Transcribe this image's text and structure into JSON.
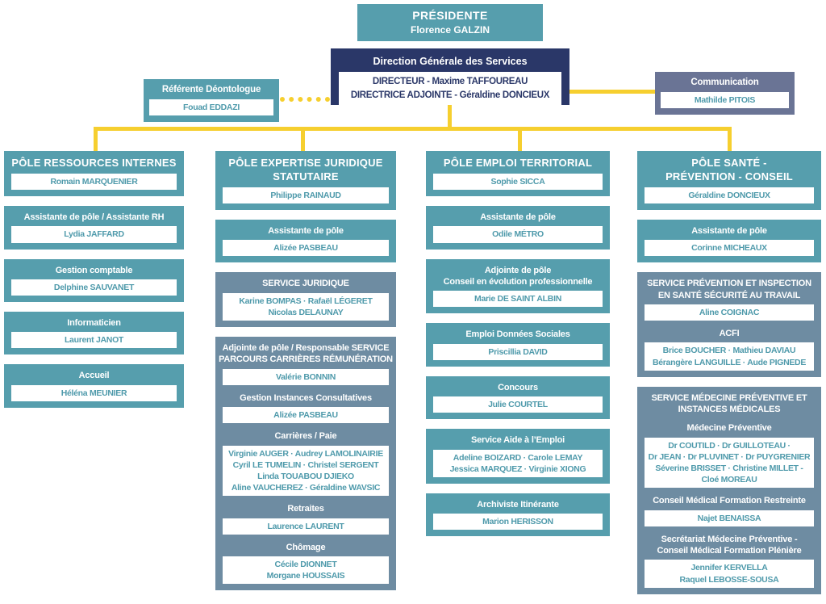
{
  "colors": {
    "teal": "#569EAD",
    "slate": "#6E8CA2",
    "navy": "#2A3768",
    "communication_slate": "#6A7495",
    "connector_yellow": "#F6CF2F",
    "name_text_teal": "#4F9AAB"
  },
  "top": {
    "presidente": {
      "title": "PRÉSIDENTE",
      "name": "Florence GALZIN"
    },
    "dgs": {
      "title": "Direction Générale des Services",
      "line1": "DIRECTEUR - Maxime TAFFOUREAU",
      "line2": "DIRECTRICE ADJOINTE - Géraldine DONCIEUX"
    },
    "referente": {
      "title": "Référente Déontologue",
      "name": "Fouad EDDAZI"
    },
    "communication": {
      "title": "Communication",
      "name": "Mathilde PITOIS"
    }
  },
  "col1": {
    "header": {
      "t1": "PÔLE RESSOURCES INTERNES",
      "name": "Romain MARQUENIER"
    },
    "cards": [
      {
        "t1": "Assistante de pôle / Assistante RH",
        "names": [
          "Lydia JAFFARD"
        ]
      },
      {
        "t1": "Gestion comptable",
        "names": [
          "Delphine SAUVANET"
        ]
      },
      {
        "t1": "Informaticien",
        "names": [
          "Laurent JANOT"
        ]
      },
      {
        "t1": "Accueil",
        "names": [
          "Héléna MEUNIER"
        ]
      }
    ]
  },
  "col2": {
    "header": {
      "t1": "PÔLE EXPERTISE JURIDIQUE",
      "t2": "STATUTAIRE",
      "name": "Philippe RAINAUD"
    },
    "assistante": {
      "t1": "Assistante de pôle",
      "names": [
        "Alizée PASBEAU"
      ]
    },
    "service_juridique": {
      "t1": "SERVICE JURIDIQUE",
      "names": [
        "Karine BOMPAS · Rafaël LÉGERET",
        "Nicolas DELAUNAY"
      ]
    },
    "parcours_sections": [
      {
        "t1": "Adjointe de pôle / Responsable SERVICE",
        "t2": "PARCOURS CARRIÈRES RÉMUNÉRATION",
        "names": [
          "Valérie BONNIN"
        ]
      },
      {
        "t1": "Gestion Instances Consultatives",
        "names": [
          "Alizée PASBEAU"
        ]
      },
      {
        "t1": "Carrières / Paie",
        "names": [
          "Virginie AUGER · Audrey LAMOLINAIRIE",
          "Cyril LE TUMELIN · Christel SERGENT",
          "Linda TOUABOU DJIEKO",
          "Aline VAUCHEREZ · Géraldine WAVSIC"
        ]
      },
      {
        "t1": "Retraites",
        "names": [
          "Laurence LAURENT"
        ]
      },
      {
        "t1": "Chômage",
        "names": [
          "Cécile DIONNET",
          "Morgane HOUSSAIS"
        ]
      }
    ]
  },
  "col3": {
    "header": {
      "t1": "PÔLE EMPLOI TERRITORIAL",
      "name": "Sophie SICCA"
    },
    "cards": [
      {
        "t1": "Assistante de pôle",
        "names": [
          "Odile MÉTRO"
        ]
      },
      {
        "t1": "Adjointe de pôle",
        "t2": "Conseil en évolution professionnelle",
        "names": [
          "Marie DE SAINT ALBIN"
        ]
      },
      {
        "t1": "Emploi Données Sociales",
        "names": [
          "Priscillia DAVID"
        ]
      },
      {
        "t1": "Concours",
        "names": [
          "Julie COURTEL"
        ]
      },
      {
        "t1": "Service Aide à l’Emploi",
        "names": [
          "Adeline BOIZARD · Carole LEMAY",
          "Jessica MARQUEZ · Virginie XIONG"
        ]
      },
      {
        "t1": "Archiviste Itinérante",
        "names": [
          "Marion HERISSON"
        ]
      }
    ]
  },
  "col4": {
    "header": {
      "t1": "PÔLE SANTÉ -",
      "t2": "PRÉVENTION - CONSEIL",
      "name": "Géraldine DONCIEUX"
    },
    "assistante": {
      "t1": "Assistante de pôle",
      "names": [
        "Corinne MICHEAUX"
      ]
    },
    "prevention_sections": [
      {
        "t1": "SERVICE PRÉVENTION ET INSPECTION",
        "t2": "EN SANTÉ SÉCURITÉ AU TRAVAIL",
        "names": [
          "Aline COIGNAC"
        ]
      },
      {
        "t1": "ACFI",
        "names": [
          "Brice BOUCHER · Mathieu DAVIAU",
          "Bérangère LANGUILLE · Aude PIGNEDE"
        ]
      }
    ],
    "medecine_sections": [
      {
        "t1": "SERVICE MÉDECINE PRÉVENTIVE ET",
        "t2": "INSTANCES MÉDICALES"
      },
      {
        "t1": "Médecine Préventive",
        "names": [
          "Dr COUTILD · Dr GUILLOTEAU ·",
          "Dr JEAN · Dr PLUVINET · Dr PUYGRENIER",
          "Séverine BRISSET · Christine MILLET -",
          "Cloé MOREAU"
        ]
      },
      {
        "t1": "Conseil Médical Formation Restreinte",
        "names": [
          "Najet BENAISSA"
        ]
      },
      {
        "t1": "Secrétariat Médecine Préventive -",
        "t2": "Conseil Médical Formation Plénière",
        "names": [
          "Jennifer KERVELLA",
          "Raquel LEBOSSE-SOUSA"
        ]
      }
    ]
  }
}
